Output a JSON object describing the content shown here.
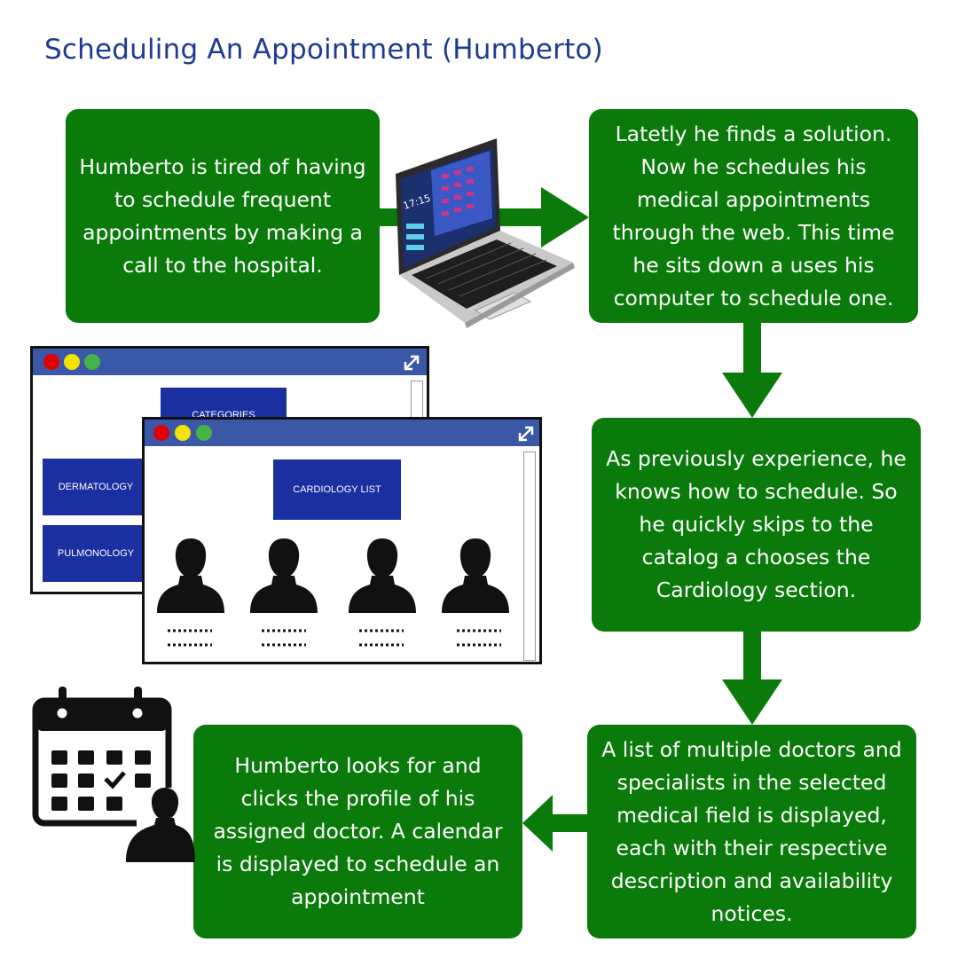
{
  "title": "Scheduling An Appointment (Humberto)",
  "boxes": {
    "step1": "Humberto is tired of having to schedule frequent appointments by making a call to the hospital.",
    "step2": "Latetly he finds a solution. Now he schedules his medical appointments through the web. This time he sits down a uses his computer to schedule one.",
    "step3": "As previously experience, he knows how to schedule. So he quickly skips to the catalog a chooses the Cardiology section.",
    "step4": "A list of multiple doctors and specialists in the selected medical field is displayed, each with their respective description and availability notices.",
    "step5": "Humberto looks for and clicks the profile of his assigned doctor. A calendar is displayed to schedule an appointment"
  },
  "laptop": {
    "clock": "17:15"
  },
  "back_window": {
    "header_tile": "CATEGORIES",
    "tiles": [
      "DERMATOLOGY",
      "PULMONOLOGY"
    ]
  },
  "front_window": {
    "header_tile": "CARDIOLOGY LIST"
  },
  "colors": {
    "box": "#0a7a0a",
    "title": "#1f3a93",
    "window_bar": "#3a57a8",
    "tile": "#1a2fa0"
  },
  "icons": [
    "laptop-icon",
    "calendar-user-icon",
    "doctor-silhouette-icon",
    "expand-icon"
  ]
}
